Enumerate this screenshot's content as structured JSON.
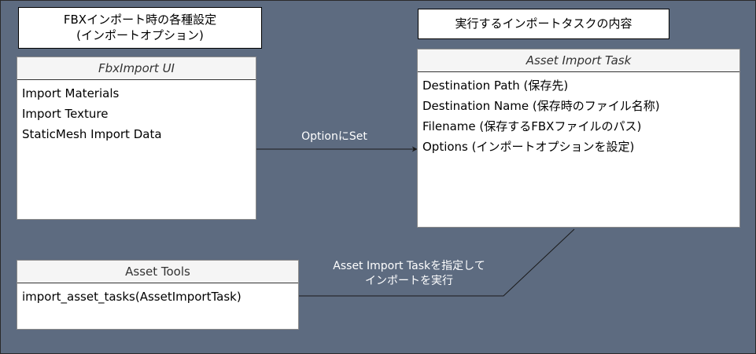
{
  "callouts": {
    "fbx_settings": {
      "line1": "FBXインポート時の各種設定",
      "line2": "(インポートオプション)"
    },
    "task_content": {
      "text": "実行するインポートタスクの内容"
    }
  },
  "boxes": {
    "fbx_import_ui": {
      "title": "FbxImport UI",
      "items": [
        "Import Materials",
        "Import Texture",
        "StaticMesh Import Data"
      ]
    },
    "asset_import_task": {
      "title": "Asset Import Task",
      "items": [
        "Destination Path (保存先)",
        "Destination Name (保存時のファイル名称)",
        "Filename (保存するFBXファイルのパス)",
        "Options (インポートオプションを設定)"
      ]
    },
    "asset_tools": {
      "title": "Asset Tools",
      "items": [
        "import_asset_tasks(AssetImportTask)"
      ]
    }
  },
  "edges": {
    "option_set": {
      "label": "OptionにSet"
    },
    "import_exec": {
      "line1": "Asset Import Taskを指定して",
      "line2": "インポートを実行"
    }
  },
  "colors": {
    "background": "#5d6b80",
    "edge": "#1a1a1a",
    "edge_label": "#ffffff"
  }
}
